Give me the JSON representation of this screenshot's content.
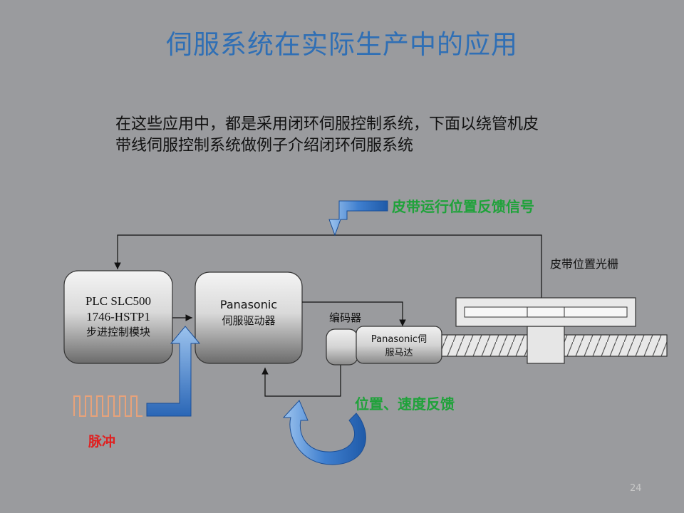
{
  "slide": {
    "title": "伺服系统在实际生产中的应用",
    "intro_line1": "在这些应用中，都是采用闭环伺服控制系统，下面以绕管机皮",
    "intro_line2": "带线伺服控制系统做例子介绍闭环伺服系统",
    "page_number": "24"
  },
  "diagram": {
    "plc_block": {
      "line1": "PLC SLC500",
      "line2": "1746-HSTP1",
      "line3": "步进控制模块"
    },
    "driver_block": {
      "line1": "Panasonic",
      "line2": "伺服驱动器"
    },
    "motor_block": {
      "line1": "Panasonic伺",
      "line2": "服马达"
    },
    "encoder_label": "编码器",
    "grating_label": "皮带位置光栅",
    "belt_feedback_label": "皮带运行位置反馈信号",
    "pos_speed_feedback_label": "位置、速度反馈",
    "pulse_label": "脉冲"
  },
  "colors": {
    "background": "#9a9b9e",
    "title": "#2f6fb5",
    "green_label": "#1fa23a",
    "red_label": "#e02020",
    "blue_arrow": "#2f6fb5"
  }
}
